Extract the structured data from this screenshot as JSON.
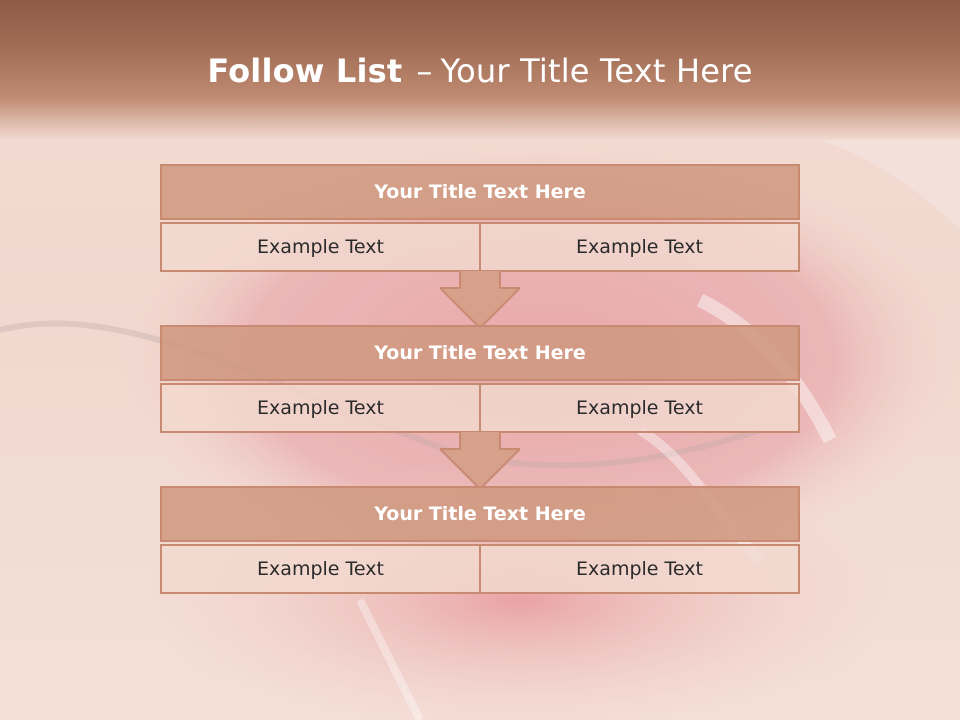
{
  "slide": {
    "title_bold": "Follow List",
    "title_dash": "–",
    "title_rest": "Your Title Text Here"
  },
  "steps": [
    {
      "title": "Your Title Text Here",
      "left": "Example Text",
      "right": "Example Text"
    },
    {
      "title": "Your Title Text Here",
      "left": "Example Text",
      "right": "Example Text"
    },
    {
      "title": "Your Title Text Here",
      "left": "Example Text",
      "right": "Example Text"
    }
  ],
  "colors": {
    "header": "#a36e56",
    "block_head": "#cf9980",
    "block_border": "#c98a72",
    "cell_bg": "#f1d9d0"
  },
  "icons": [
    "down-arrow-icon"
  ]
}
